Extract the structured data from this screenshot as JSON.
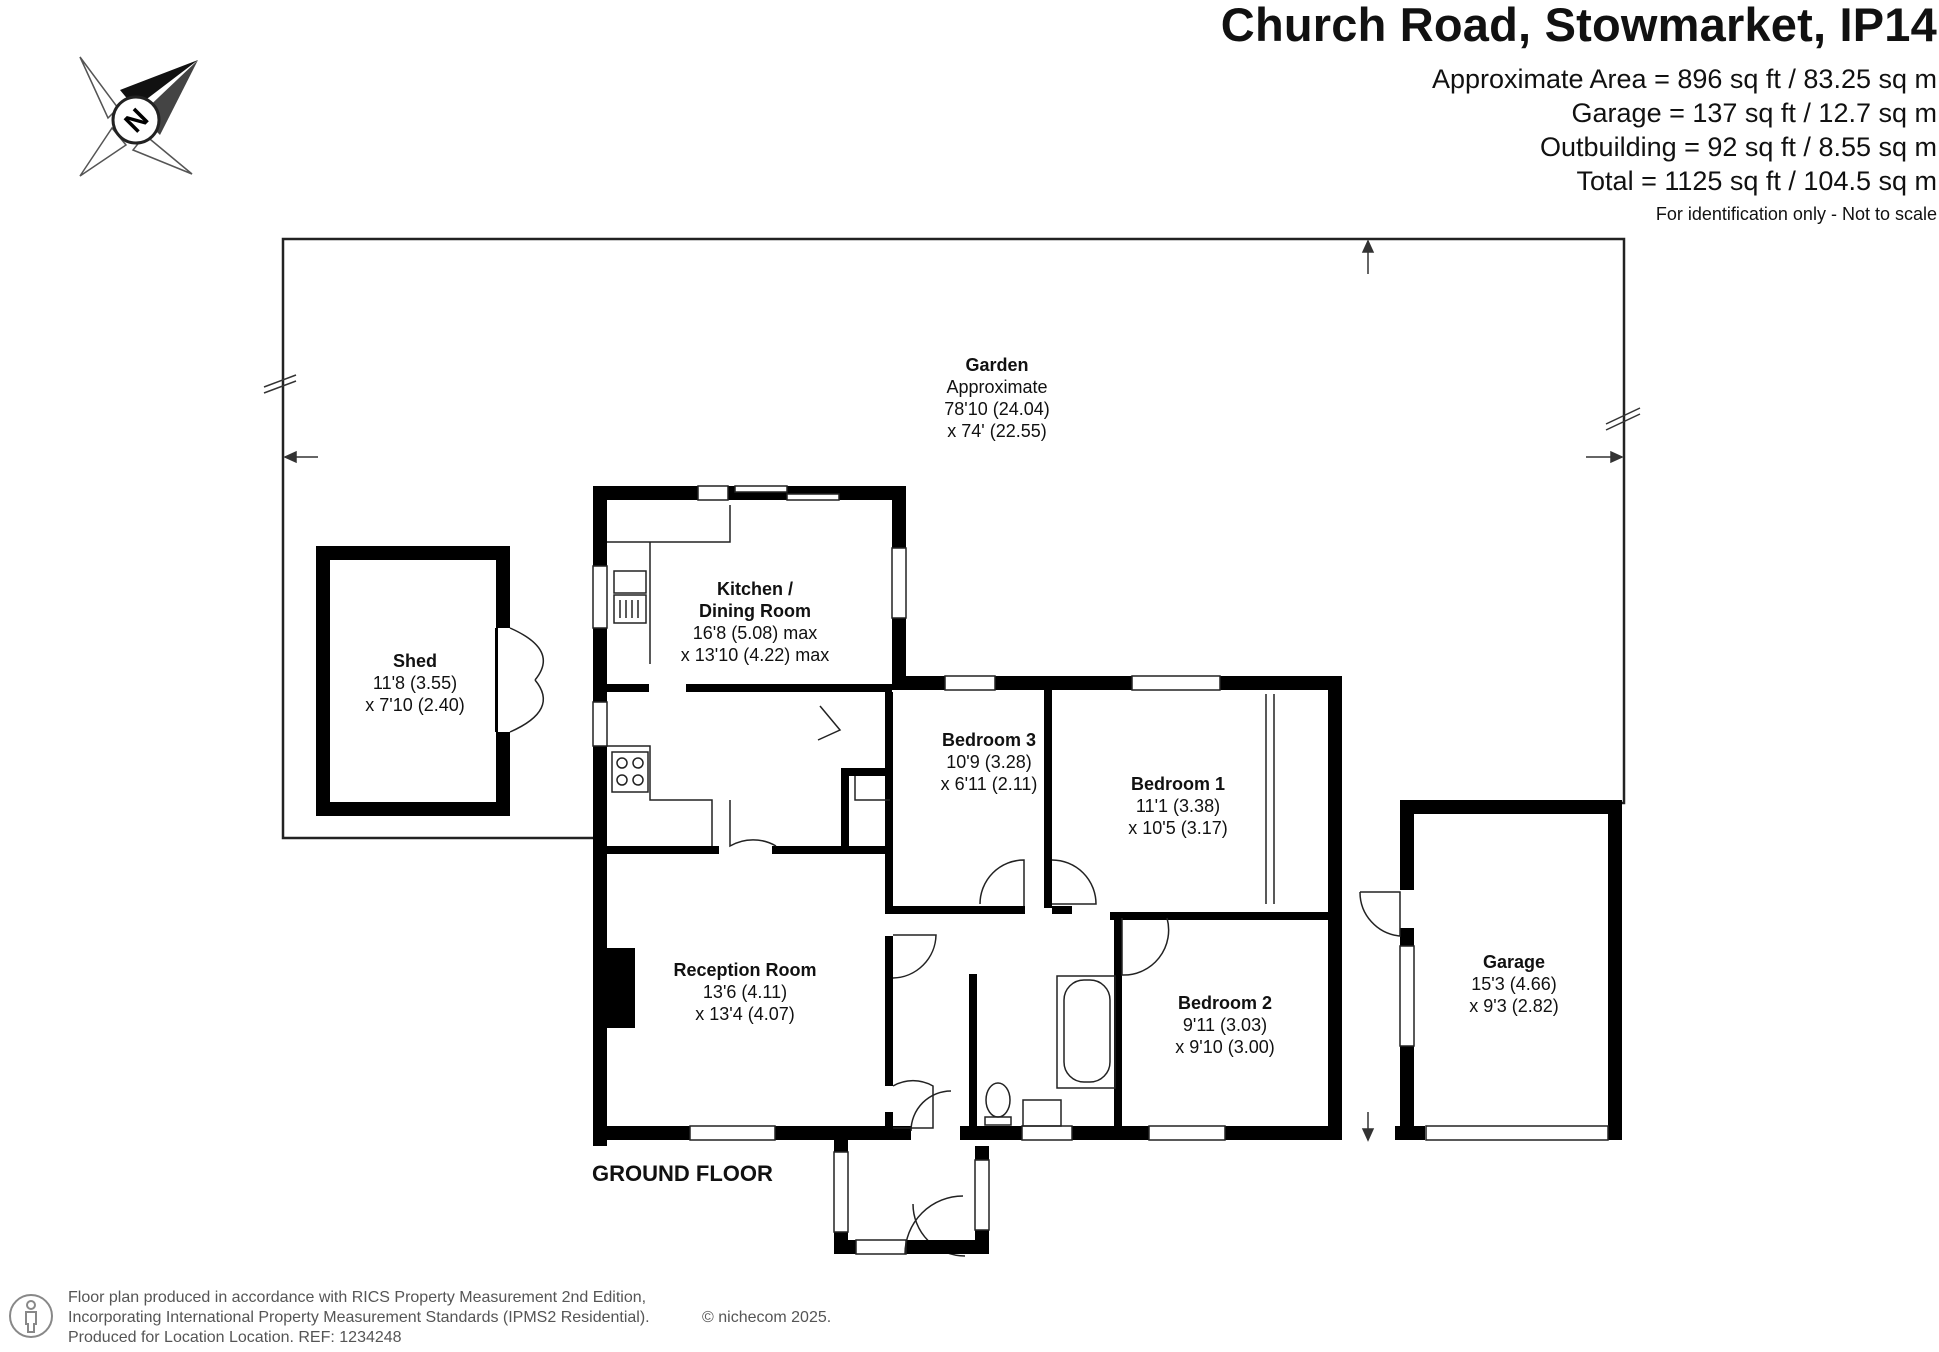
{
  "header": {
    "title": "Church Road, Stowmarket, IP14",
    "areas": [
      "Approximate Area = 896 sq ft / 83.25 sq m",
      "Garage = 137 sq ft / 12.7 sq m",
      "Outbuilding = 92 sq ft / 8.55 sq m",
      "Total = 1125 sq ft / 104.5 sq m"
    ],
    "note": "For identification only - Not to scale"
  },
  "compass": {
    "label": "N"
  },
  "floor_label": "GROUND FLOOR",
  "rooms": {
    "garden": {
      "name": "Garden",
      "lines": [
        "Approximate",
        "78'10 (24.04)",
        "x 74' (22.55)"
      ]
    },
    "kitchen": {
      "name": "Kitchen /",
      "name2": "Dining Room",
      "lines": [
        "16'8 (5.08) max",
        "x 13'10 (4.22) max"
      ]
    },
    "shed": {
      "name": "Shed",
      "lines": [
        "11'8 (3.55)",
        "x 7'10 (2.40)"
      ]
    },
    "bedroom3": {
      "name": "Bedroom 3",
      "lines": [
        "10'9 (3.28)",
        "x 6'11 (2.11)"
      ]
    },
    "bedroom1": {
      "name": "Bedroom 1",
      "lines": [
        "11'1 (3.38)",
        "x 10'5 (3.17)"
      ]
    },
    "reception": {
      "name": "Reception Room",
      "lines": [
        "13'6 (4.11)",
        "x 13'4 (4.07)"
      ]
    },
    "bedroom2": {
      "name": "Bedroom 2",
      "lines": [
        "9'11 (3.03)",
        "x 9'10 (3.00)"
      ]
    },
    "garage": {
      "name": "Garage",
      "lines": [
        "15'3 (4.66)",
        "x 9'3 (2.82)"
      ]
    }
  },
  "footer": {
    "lines": [
      "Floor plan produced in accordance with RICS Property Measurement 2nd Edition,",
      "Incorporating International Property Measurement Standards (IPMS2 Residential).",
      "Produced for Location Location.   REF:  1234248"
    ],
    "copyright": "© nichecom 2025."
  },
  "colors": {
    "wall": "#000000",
    "line": "#111111",
    "background": "#ffffff"
  }
}
